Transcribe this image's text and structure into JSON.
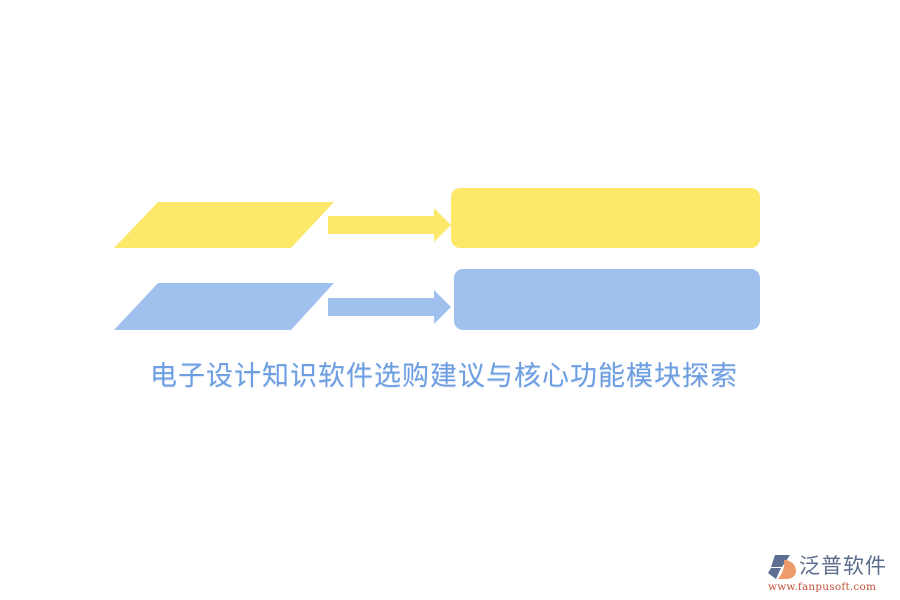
{
  "title": "电子设计知识软件选购建议与核心功能模块探索",
  "colors": {
    "yellow": "#fde86a",
    "blue": "#a0c0ee",
    "title": "#6d9ee2",
    "logo_text": "#5b6d8c",
    "logo_url": "#c2533a"
  },
  "rows": [
    {
      "id": "row-1",
      "color": "yellow",
      "input_label": "",
      "output_label": ""
    },
    {
      "id": "row-2",
      "color": "blue",
      "input_label": "",
      "output_label": ""
    }
  ],
  "logo": {
    "name": "泛普软件",
    "url": "www.fanpusoft.com",
    "icon": "fanpu-logo-icon"
  }
}
